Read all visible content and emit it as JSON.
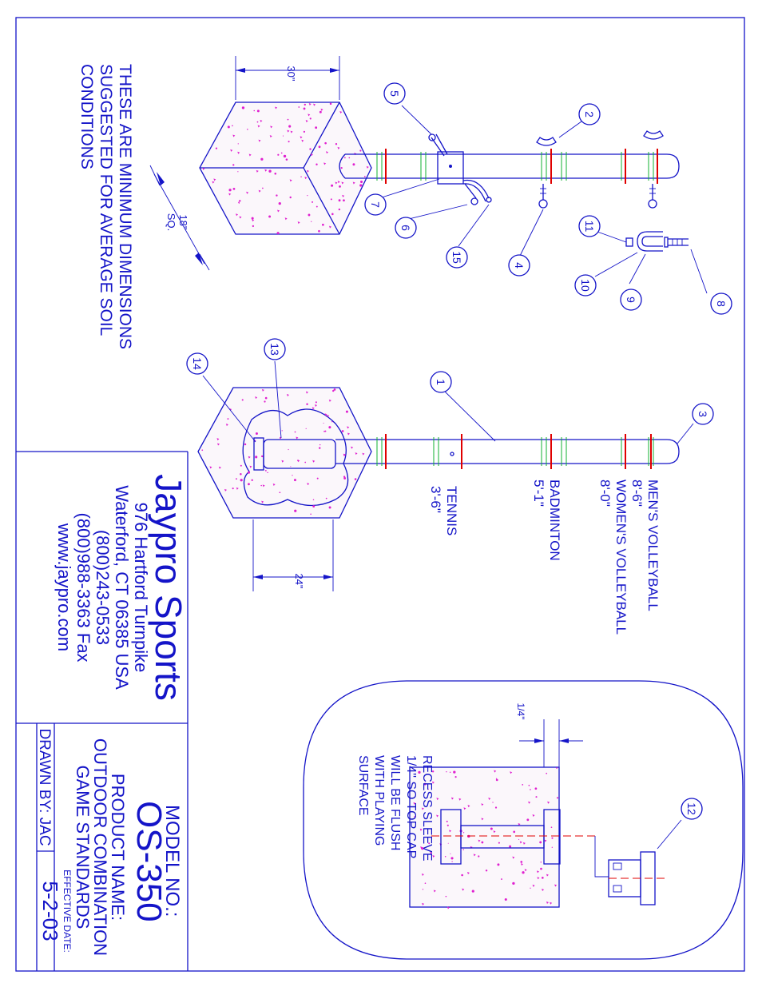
{
  "company": {
    "name": "Jaypro Sports",
    "address1": "976 Hartford Turnpike",
    "address2": "Waterford, CT 06385 USA",
    "phone": "(800)243-0533",
    "fax": "(800)988-3363 Fax",
    "web": "www.jaypro.com"
  },
  "title_block": {
    "model_label": "MODEL NO.:",
    "model_value": "OS-350",
    "product_label": "PRODUCT NAME:",
    "product_line1": "OUTDOOR COMBINATION",
    "product_line2": "GAME STANDARDS",
    "drawn_by": "DRAWN BY: JAC",
    "effective_label": "EFFECTIVE DATE:",
    "effective_value": "5-2-03"
  },
  "note": {
    "line1": "THESE ARE MINIMUM DIMENSIONS",
    "line2": "SUGGESTED FOR AVERAGE SOIL",
    "line3": "CONDITIONS"
  },
  "dimensions": {
    "footing_width": "30\"",
    "footing_depth": "18\"",
    "footing_depth_unit": "SQ.",
    "sleeve_footing": "24\"",
    "recess": "1/4\""
  },
  "heights": {
    "mens_vb_label": "MEN'S VOLLEYBALL",
    "mens_vb_value": "8'-6\"",
    "womens_vb_label": "WOMEN'S VOLLEYBALL",
    "womens_vb_value": "8'-0\"",
    "badminton_label": "BADMINTON",
    "badminton_value": "5'-1\"",
    "tennis_label": "TENNIS",
    "tennis_value": "3'-6\""
  },
  "detail_note": {
    "line1": "RECESS SLEEVE",
    "line2": "1/4\" SO TOP CAP",
    "line3": "WILL BE FLUSH",
    "line4": "WITH PLAYING",
    "line5": "SURFACE"
  },
  "balloons": [
    "1",
    "2",
    "3",
    "4",
    "5",
    "6",
    "7",
    "8",
    "9",
    "10",
    "11",
    "12",
    "13",
    "14",
    "15"
  ]
}
